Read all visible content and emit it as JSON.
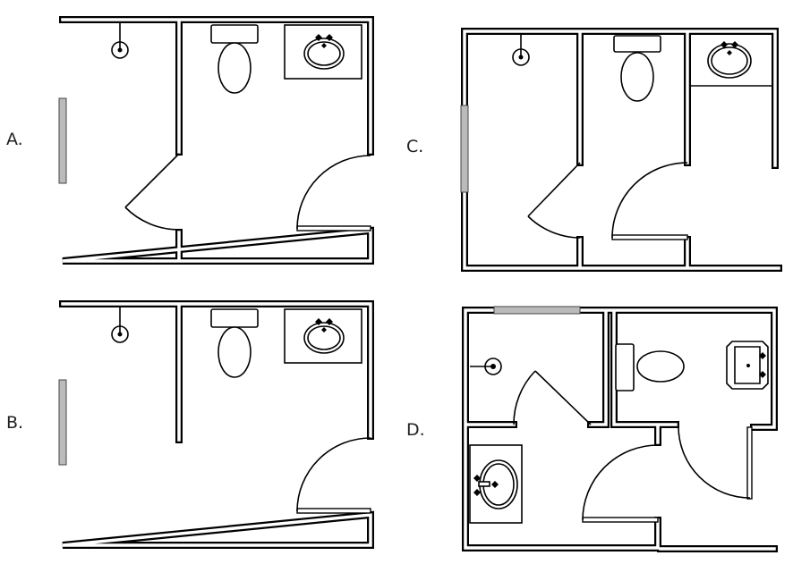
{
  "options": [
    {
      "id": "A",
      "label": "A."
    },
    {
      "id": "B",
      "label": "B."
    },
    {
      "id": "C",
      "label": "C."
    },
    {
      "id": "D",
      "label": "D."
    }
  ],
  "colors": {
    "wall": "#000000",
    "window": "#bbbbbb",
    "background": "#ffffff"
  }
}
